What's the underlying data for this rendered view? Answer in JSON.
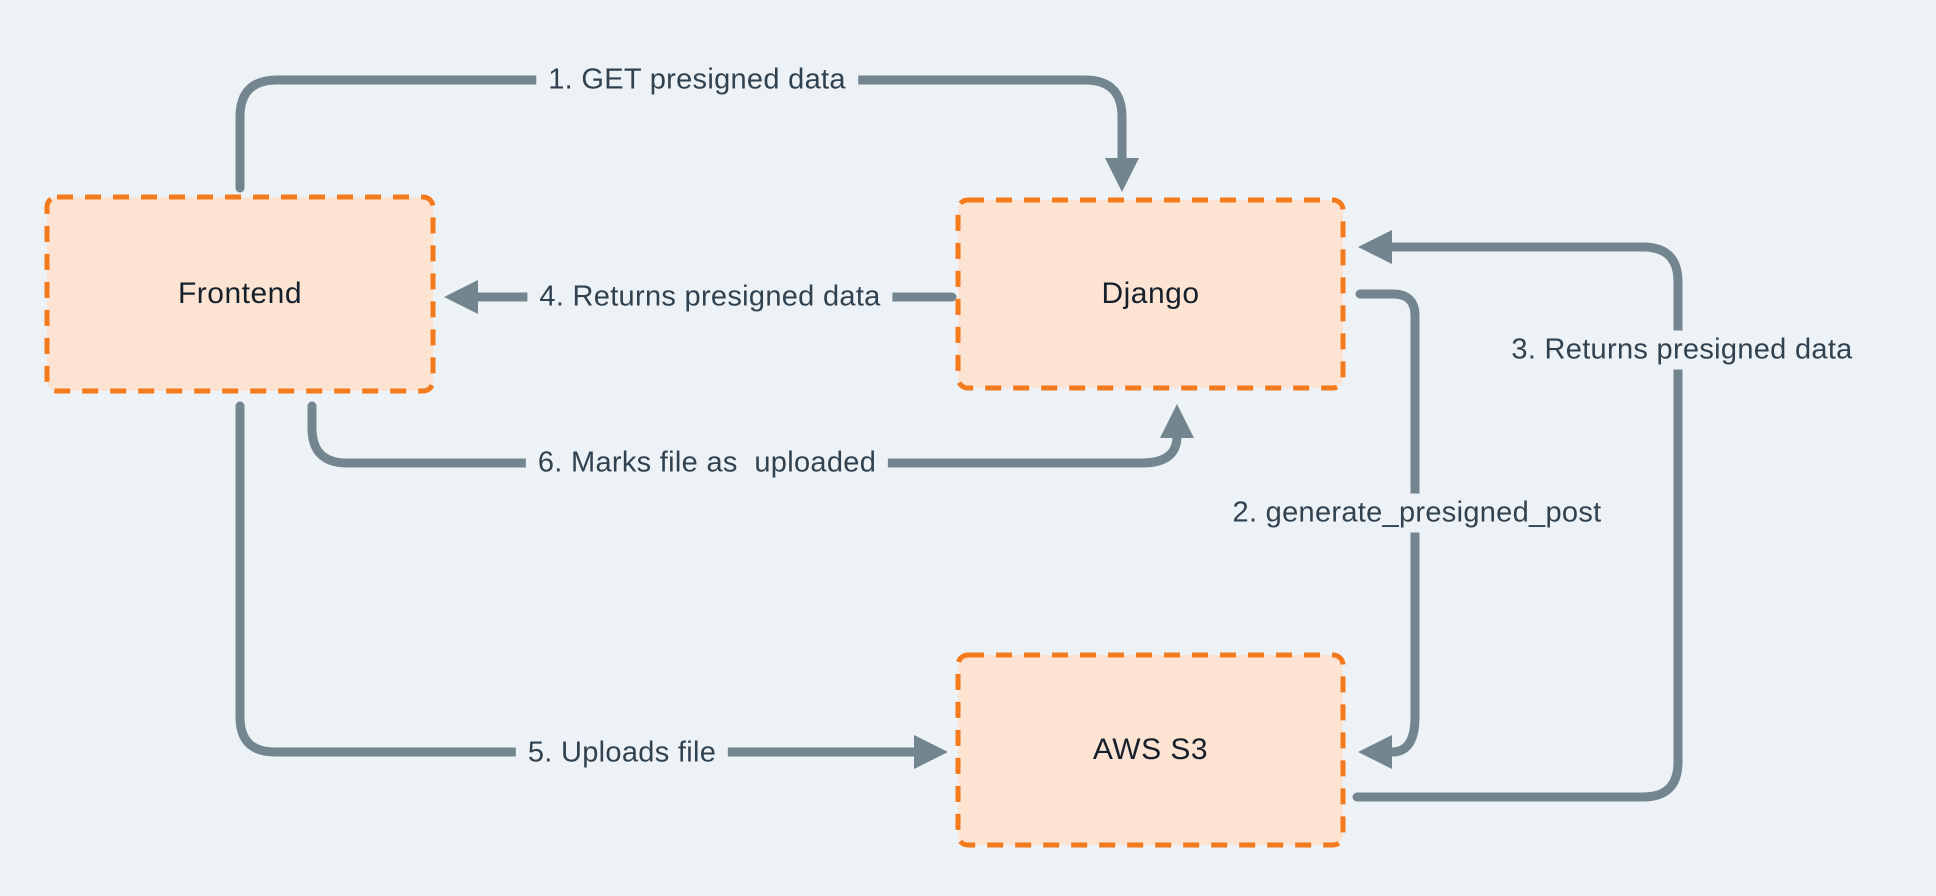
{
  "diagram": {
    "nodes": [
      {
        "id": "frontend",
        "label": "Frontend"
      },
      {
        "id": "django",
        "label": "Django"
      },
      {
        "id": "aws-s3",
        "label": "AWS S3"
      }
    ],
    "edges": [
      {
        "step": "1",
        "label": "1. GET presigned data",
        "from": "Frontend",
        "to": "Django"
      },
      {
        "step": "2",
        "label": "2. generate_presigned_post",
        "from": "Django",
        "to": "AWS S3"
      },
      {
        "step": "3",
        "label": "3. Returns presigned data",
        "from": "AWS S3",
        "to": "Django"
      },
      {
        "step": "4",
        "label": "4. Returns presigned data",
        "from": "Django",
        "to": "Frontend"
      },
      {
        "step": "5",
        "label": "5. Uploads file",
        "from": "Frontend",
        "to": "AWS S3"
      },
      {
        "step": "6",
        "label": "6. Marks file as  uploaded",
        "from": "Frontend",
        "to": "Django"
      }
    ],
    "colors": {
      "background": "#edf2f6",
      "node_fill": "#fce3d2",
      "node_border": "#f47a1e",
      "arrow": "#73868f",
      "edge_label_text": "#304150",
      "node_label_text": "#16202c"
    }
  }
}
